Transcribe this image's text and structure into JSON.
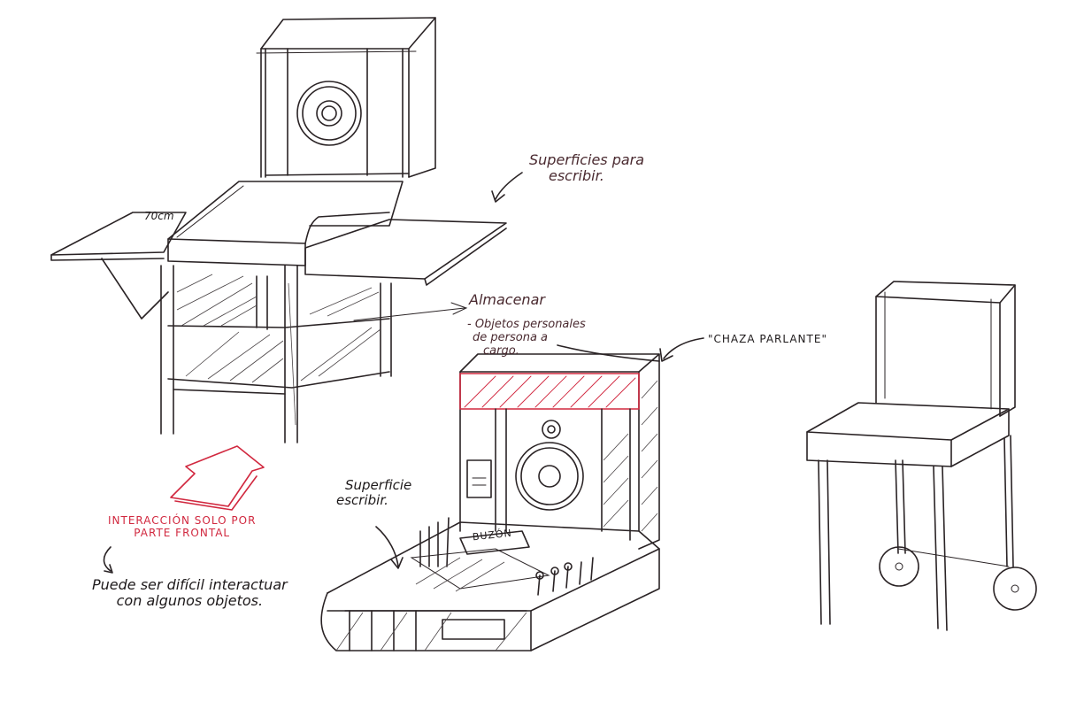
{
  "colors": {
    "ink": "#2a2325",
    "note_ink": "#4a2a30",
    "accent_red": "#d1283f"
  },
  "annotations": {
    "surfaces_top_line1": "Superficies para",
    "surfaces_top_line2": "escribir.",
    "measurement": "70cm",
    "storage_title": "Almacenar",
    "storage_line1": "- Objetos personales",
    "storage_line2": "de persona a",
    "storage_line3": "cargo.",
    "chaza_label": "\"CHAZA PARLANTE\"",
    "surface_write_line1": "Superficie",
    "surface_write_line2": "escribir.",
    "mailbox_label": "BUZÓN",
    "interaction_line1": "INTERACCIÓN SOLO POR",
    "interaction_line2": "PARTE FRONTAL",
    "difficulty_line1": "Puede ser difícil interactuar",
    "difficulty_line2": "con algunos objetos."
  },
  "icons": [
    "speaker-icon",
    "arrow-icon",
    "wheel-icon"
  ]
}
